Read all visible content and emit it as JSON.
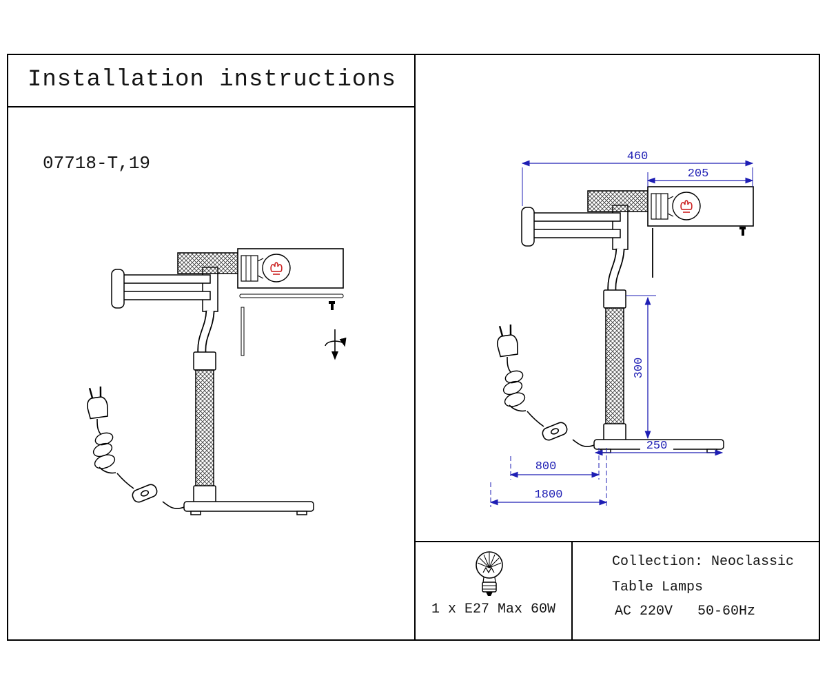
{
  "header": {
    "title": "Installation instructions"
  },
  "product": {
    "model": "07718-T,19"
  },
  "dimensions": {
    "overall_width_mm": "460",
    "shade_length_mm": "205",
    "column_height_mm": "300",
    "base_width_mm": "250",
    "plug_to_switch_mm": "800",
    "cord_length_mm": "1800"
  },
  "spec_box": {
    "lamp_spec": "1 x E27 Max 60W",
    "collection": "Collection: Neoclassic",
    "category": "Table Lamps",
    "power": "AC 220V   50-60Hz"
  },
  "colors": {
    "line_black": "#000000",
    "dimension_blue": "#1e1eb4",
    "filament_red": "#cc2222"
  },
  "icons": {
    "bulb": "bulb-icon",
    "rotation": "screw-rotation-icon",
    "plug": "power-plug-icon",
    "switch": "inline-switch-icon"
  }
}
